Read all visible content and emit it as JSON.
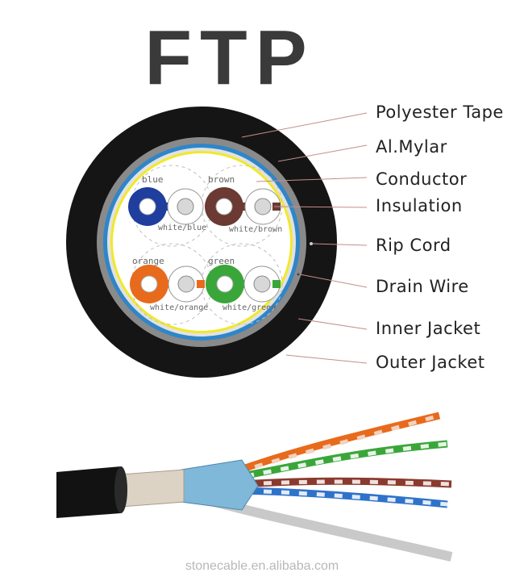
{
  "title": "FTP",
  "layers": [
    {
      "label": "Polyester  Tape"
    },
    {
      "label": "Al.Mylar"
    },
    {
      "label": "Conductor"
    },
    {
      "label": "Insulation"
    },
    {
      "label": "Rip Cord"
    },
    {
      "label": "Drain Wire"
    },
    {
      "label": "Inner Jacket"
    },
    {
      "label": "Outer Jacket"
    }
  ],
  "pairs": [
    {
      "color_name": "blue",
      "stripe_name": "white/blue",
      "color": "#1f3e9e"
    },
    {
      "color_name": "brown",
      "stripe_name": "white/brown",
      "color": "#6b3a33"
    },
    {
      "color_name": "orange",
      "stripe_name": "white/orange",
      "color": "#e86a1c"
    },
    {
      "color_name": "green",
      "stripe_name": "white/green",
      "color": "#3aa63a"
    }
  ],
  "colors": {
    "outer_jacket": "#151515",
    "inner_jacket": "#7a7a7a",
    "shield_blue": "#2f86c9",
    "tape_yellow": "#f0e92a",
    "leader_line": "#c48d8d"
  },
  "footer": "stonecable.en.alibaba.com"
}
